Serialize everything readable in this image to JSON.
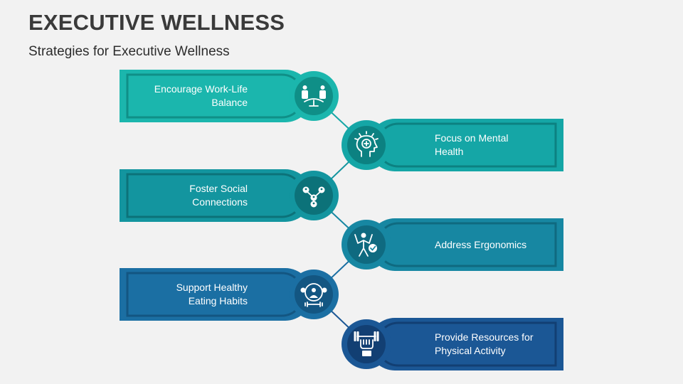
{
  "header": {
    "title": "EXECUTIVE WELLNESS",
    "subtitle": "Strategies for Executive Wellness"
  },
  "diagram": {
    "items": [
      {
        "label": "Encourage Work-Life\nBalance",
        "icon": "scales-balance-icon",
        "side": "left",
        "color": "#1bb6ad",
        "dark": "#0f8f87"
      },
      {
        "label": "Focus on Mental\nHealth",
        "icon": "head-mind-icon",
        "side": "right",
        "color": "#15a6a6",
        "dark": "#0c8181"
      },
      {
        "label": "Foster Social\nConnections",
        "icon": "people-network-icon",
        "side": "left",
        "color": "#13959f",
        "dark": "#0c7279"
      },
      {
        "label": "Address Ergonomics",
        "icon": "ergonomic-person-icon",
        "side": "right",
        "color": "#1787a2",
        "dark": "#0f6a80"
      },
      {
        "label": "Support Healthy\nEating Habits",
        "icon": "healthy-eating-icon",
        "side": "left",
        "color": "#1b6fa3",
        "dark": "#135682"
      },
      {
        "label": "Provide Resources for\nPhysical Activity",
        "icon": "dumbbell-hand-icon",
        "side": "right",
        "color": "#1b5795",
        "dark": "#123f73"
      }
    ]
  }
}
